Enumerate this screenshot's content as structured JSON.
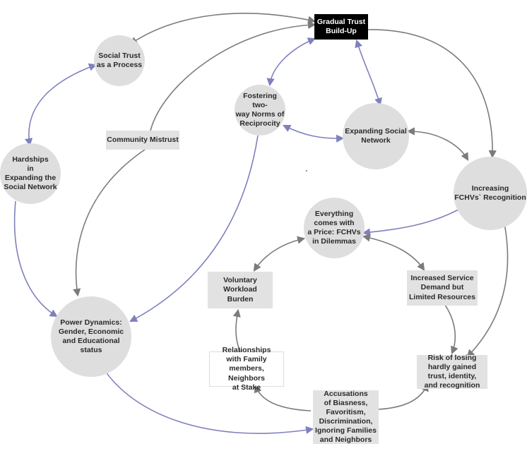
{
  "nodes": {
    "gradual_trust": "Gradual Trust\nBuild-Up",
    "social_trust": "Social Trust\nas a Process",
    "fostering": "Fostering two-\nway Norms of\nReciprocity",
    "community_mistrust": "Community Mistrust",
    "expanding_network": "Expanding Social\nNetwork",
    "hardships": "Hardships\nin\nExpanding the\nSocial Network",
    "increasing_recognition": "Increasing\nFCHVs` Recognition",
    "everything_price": "Everything\ncomes with\na Price: FCHVs\nin Dilemmas",
    "voluntary_workload": "Voluntary Workload\nBurden",
    "increased_service": "Increased Service\nDemand but\nLimited Resources",
    "power_dynamics": "Power Dynamics:\nGender, Economic\nand Educational\nstatus",
    "relationships": "Relationships\nwith Family\nmembers, Neighbors\nat Stake",
    "risk_losing": "Risk of losing\nhardly gained\ntrust, identity,\nand recognition",
    "accusations": "Accusations\nof Biasness,\nFavoritism,\nDiscrimination,\nIgnoring Families\nand Neighbors"
  },
  "colors": {
    "gray_arrow": "#7b7b7b",
    "blue_arrow": "#7f80bd",
    "node_fill": "#dedede"
  }
}
